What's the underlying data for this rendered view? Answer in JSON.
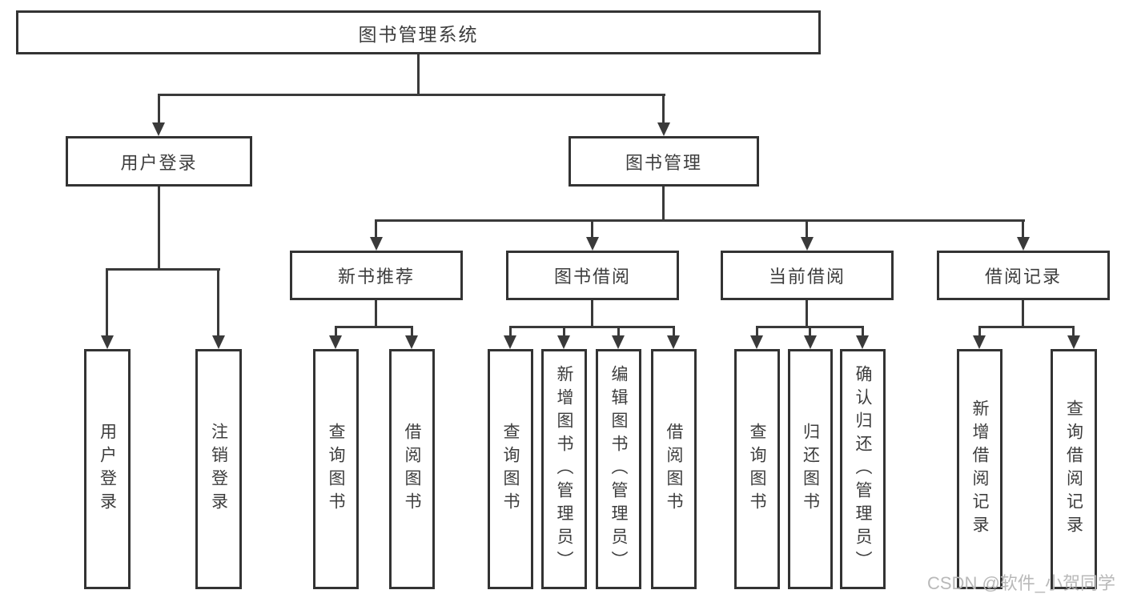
{
  "diagram": {
    "type": "hierarchy-tree",
    "nodes": {
      "root": {
        "label": "图书管理系统"
      },
      "user_login": {
        "label": "用户登录"
      },
      "book_mgmt": {
        "label": "图书管理"
      },
      "new_book_recommend": {
        "label": "新书推荐"
      },
      "book_borrow": {
        "label": "图书借阅"
      },
      "current_borrow": {
        "label": "当前借阅"
      },
      "borrow_record": {
        "label": "借阅记录"
      },
      "login": {
        "label": "用户登录"
      },
      "logout": {
        "label": "注销登录"
      },
      "nb_query_book": {
        "label": "查询图书"
      },
      "nb_borrow_book": {
        "label": "借阅图书"
      },
      "bb_query_book": {
        "label": "查询图书"
      },
      "bb_add_book": {
        "label": "新增图书（管理员）"
      },
      "bb_edit_book": {
        "label": "编辑图书（管理员）"
      },
      "bb_borrow_book": {
        "label": "借阅图书"
      },
      "cb_query_book": {
        "label": "查询图书"
      },
      "cb_return_book": {
        "label": "归还图书"
      },
      "cb_confirm_return": {
        "label": "确认归还（管理员）"
      },
      "br_add_record": {
        "label": "新增借阅记录"
      },
      "br_query_record": {
        "label": "查询借阅记录"
      }
    },
    "structure": {
      "root": [
        "user_login",
        "book_mgmt"
      ],
      "user_login": [
        "login",
        "logout"
      ],
      "book_mgmt": [
        "new_book_recommend",
        "book_borrow",
        "current_borrow",
        "borrow_record"
      ],
      "new_book_recommend": [
        "nb_query_book",
        "nb_borrow_book"
      ],
      "book_borrow": [
        "bb_query_book",
        "bb_add_book",
        "bb_edit_book",
        "bb_borrow_book"
      ],
      "current_borrow": [
        "cb_query_book",
        "cb_return_book",
        "cb_confirm_return"
      ],
      "borrow_record": [
        "br_add_record",
        "br_query_record"
      ]
    }
  },
  "watermark": {
    "text": "CSDN @软件_小贺同学"
  },
  "colors": {
    "line": "#3a3a3a",
    "box_border": "#333333",
    "text": "#3d3d3d",
    "bg": "#ffffff",
    "watermark": "#b9b9b9"
  }
}
